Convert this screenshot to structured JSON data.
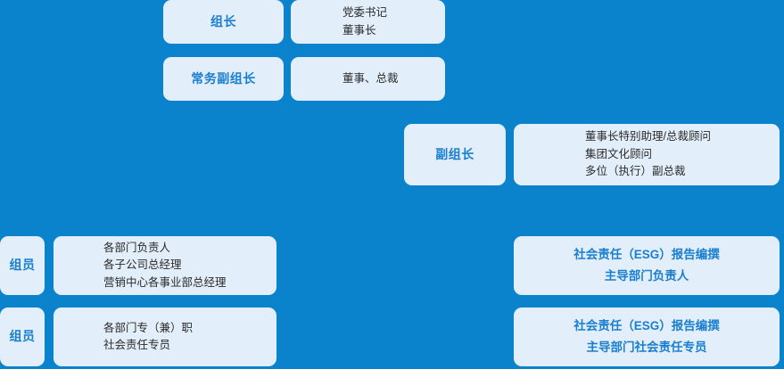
{
  "theme": {
    "background_color": "#0a82cc",
    "card_background_color": "#e2eef9",
    "role_text_color": "#1a7fd0",
    "detail_text_color": "#2b2b2b",
    "esg_text_color": "#1a7fd0"
  },
  "rows": [
    {
      "id": "leader",
      "role_label": "组长",
      "details": [
        "党委书记",
        "董事长"
      ]
    },
    {
      "id": "exec_deputy",
      "role_label": "常务副组长",
      "details": [
        "董事、总裁"
      ]
    },
    {
      "id": "deputy",
      "role_label": "副组长",
      "details": [
        "董事长特别助理/总裁顾问",
        "集团文化顾问",
        "多位（执行）副总裁"
      ]
    },
    {
      "id": "member1",
      "role_label": "组员",
      "details": [
        "各部门负责人",
        "各子公司总经理",
        "营销中心各事业部总经理"
      ]
    },
    {
      "id": "member2",
      "role_label": "组员",
      "details": [
        "各部门专（兼）职",
        "社会责任专员"
      ]
    }
  ],
  "esg_cards": [
    {
      "id": "esg_leader",
      "lines": [
        "社会责任（ESG）报告编撰",
        "主导部门负责人"
      ]
    },
    {
      "id": "esg_officer",
      "lines": [
        "社会责任（ESG）报告编撰",
        "主导部门社会责任专员"
      ]
    }
  ]
}
